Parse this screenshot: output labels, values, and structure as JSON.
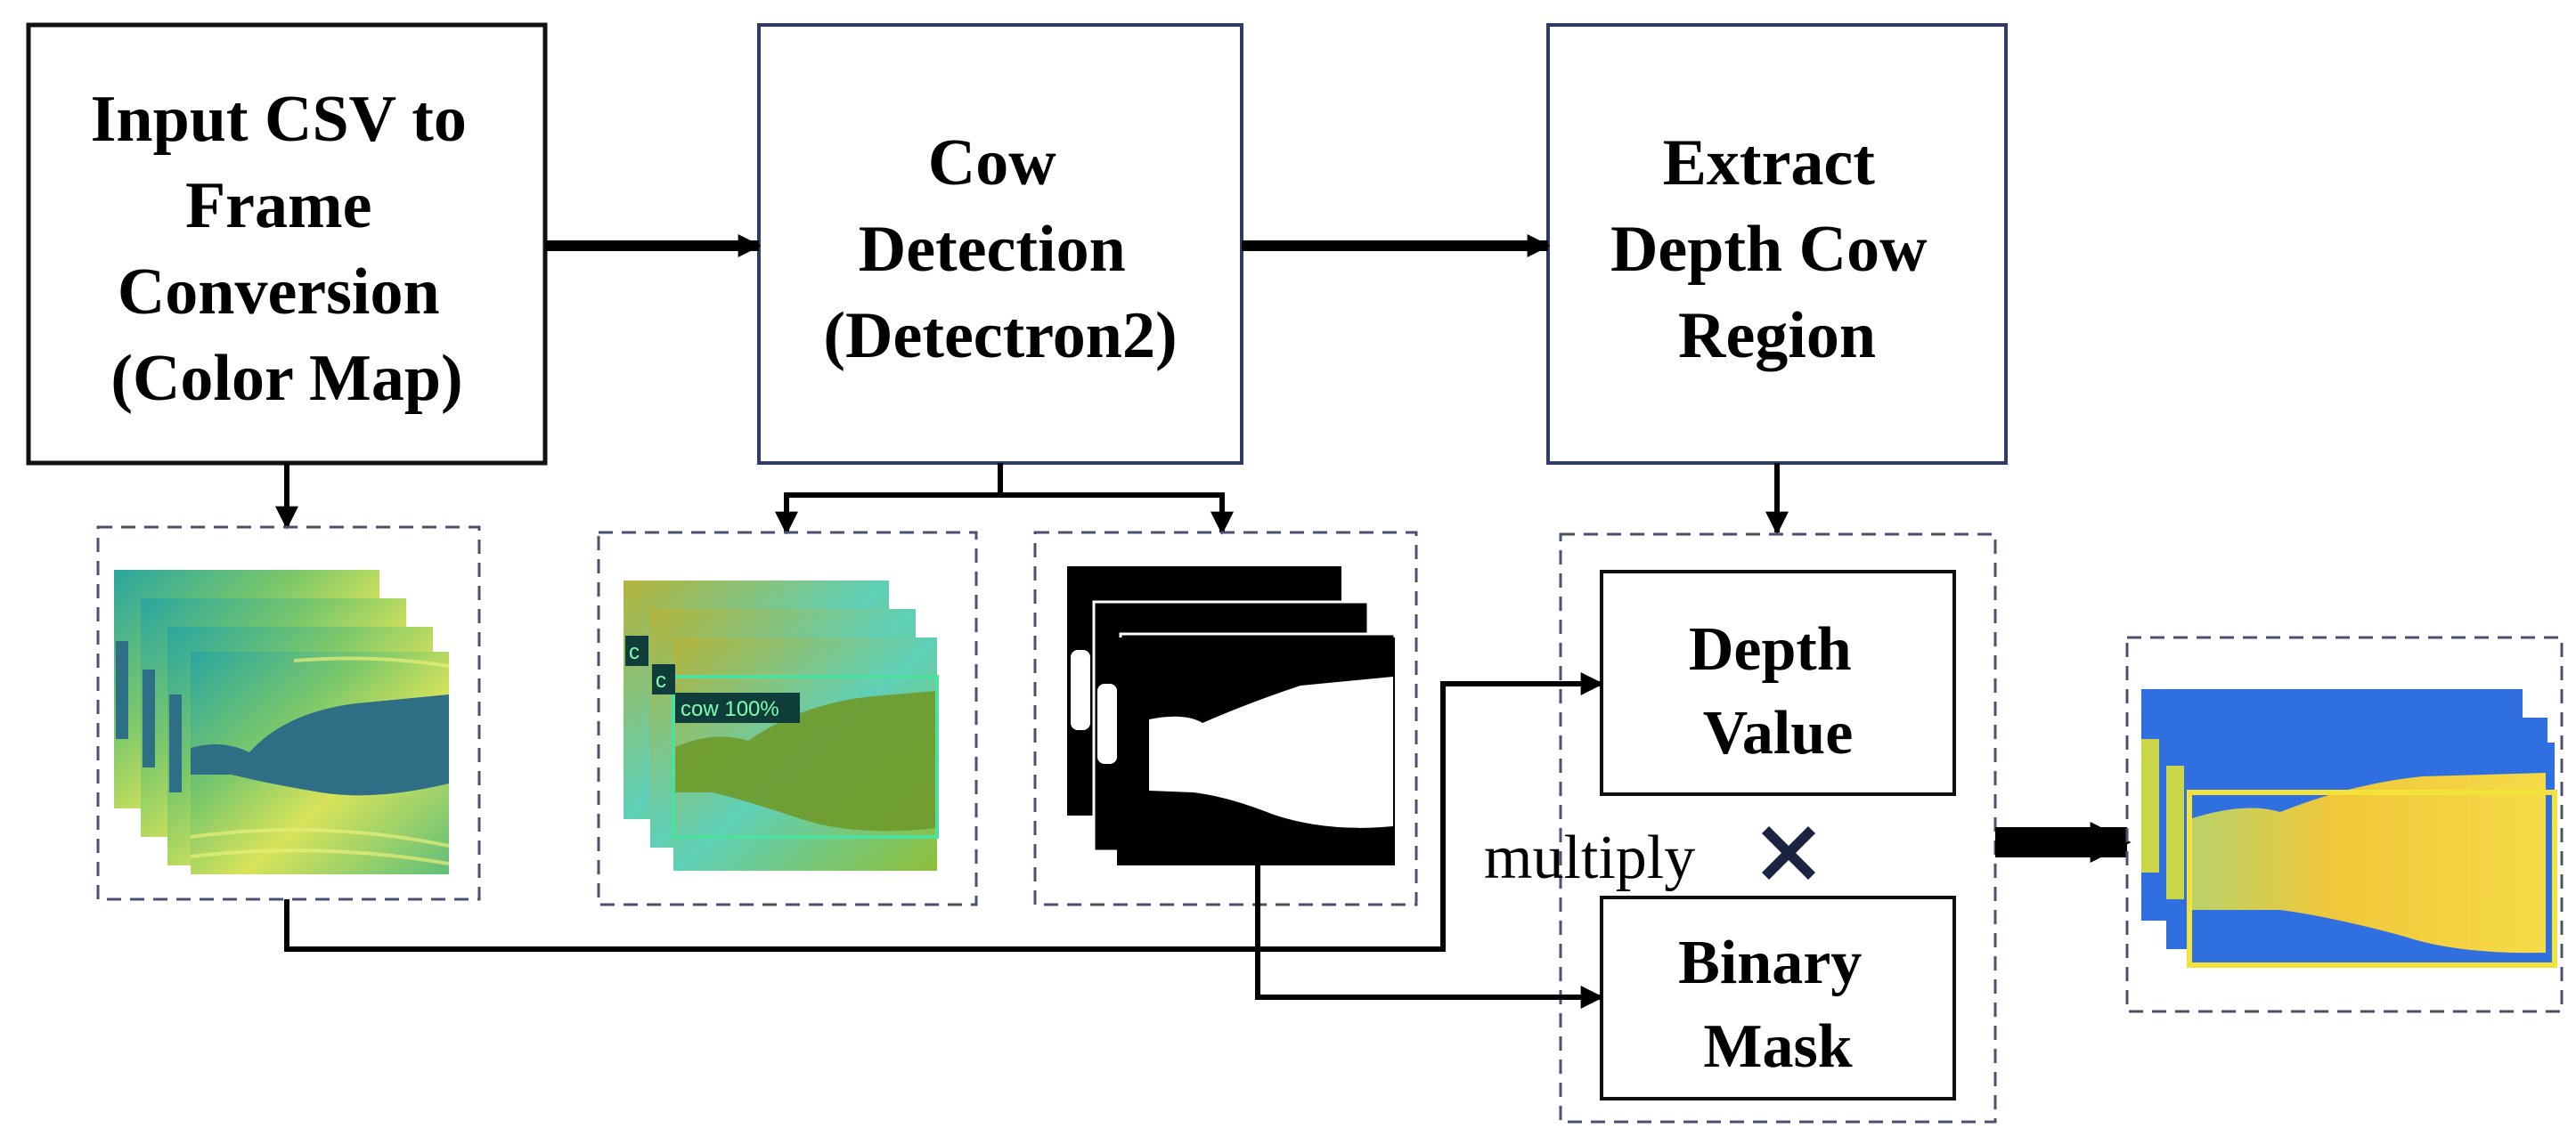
{
  "boxes": {
    "input": {
      "lines": [
        "Input CSV to",
        "Frame",
        "Conversion",
        "(Color Map)"
      ]
    },
    "detect": {
      "lines": [
        "Cow",
        "Detection",
        "(Detectron2)"
      ]
    },
    "extract": {
      "lines": [
        "Extract",
        "Depth Cow",
        "Region"
      ]
    },
    "depth_value": {
      "lines": [
        "Depth",
        "Value"
      ]
    },
    "binary_mask": {
      "lines": [
        "Binary",
        "Mask"
      ]
    }
  },
  "multiply_label": "multiply",
  "detection_tags": [
    "c",
    "c",
    "cow 100%"
  ],
  "colors": {
    "box_border_black": "#111111",
    "box_border_navy": "#2e3c66",
    "dashed_border": "#4a5270",
    "arrow": "#000000",
    "multiply_icon": "#1a2440",
    "viridis_dark": "#2f6f86",
    "viridis_light": "#d6e45a",
    "detect_green": "#6f9a2a",
    "result_blue": "#2f6fe0",
    "result_yellow": "#f2d23a",
    "tag_bg": "#0e3d3a",
    "tag_text": "#7fffb0"
  }
}
